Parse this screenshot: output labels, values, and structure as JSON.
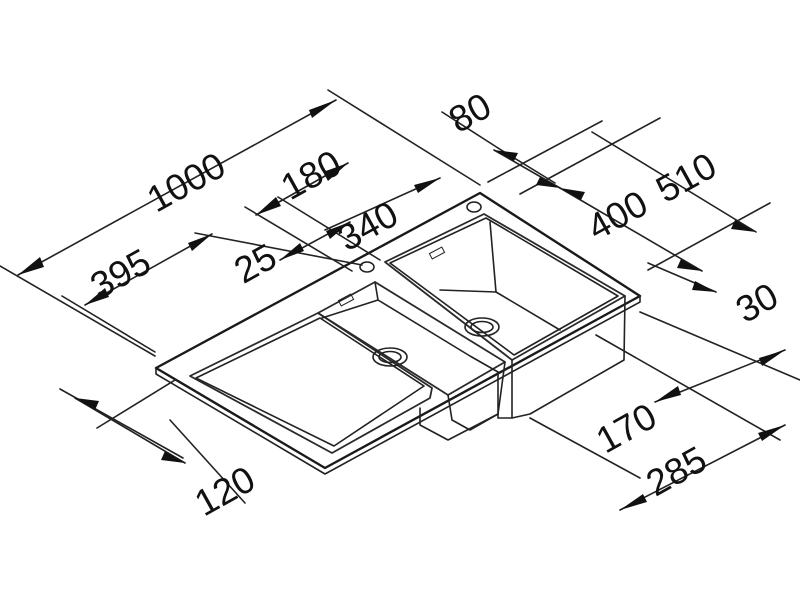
{
  "dimensions": {
    "d1000": "1000",
    "d395": "395",
    "d180": "180",
    "d25": "25",
    "d340": "340",
    "d80": "80",
    "d510": "510",
    "d400": "400",
    "d30": "30",
    "d170": "170",
    "d285": "285",
    "d120": "120"
  }
}
